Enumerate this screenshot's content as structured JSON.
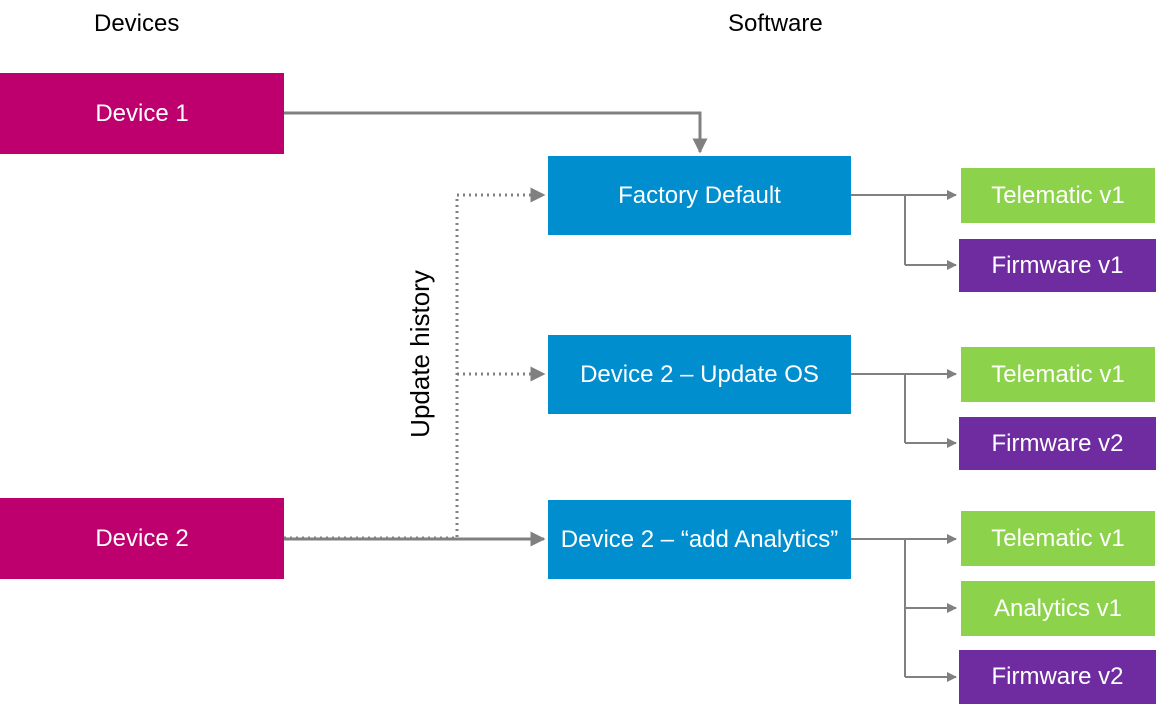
{
  "headers": {
    "devices": "Devices",
    "software": "Software"
  },
  "devices": [
    {
      "label": "Device 1"
    },
    {
      "label": "Device 2"
    }
  ],
  "software": [
    {
      "label": "Factory Default",
      "components": [
        {
          "label": "Telematic v1",
          "kind": "telematic"
        },
        {
          "label": "Firmware v1",
          "kind": "firmware"
        }
      ]
    },
    {
      "label": "Device 2 – Update OS",
      "components": [
        {
          "label": "Telematic v1",
          "kind": "telematic"
        },
        {
          "label": "Firmware v2",
          "kind": "firmware"
        }
      ]
    },
    {
      "label": "Device 2 – “add Analytics”",
      "components": [
        {
          "label": "Telematic v1",
          "kind": "telematic"
        },
        {
          "label": "Analytics v1",
          "kind": "analytics"
        },
        {
          "label": "Firmware v2",
          "kind": "firmware"
        }
      ]
    }
  ],
  "update_history_label": "Update history",
  "colors": {
    "device": "#BE006F",
    "software": "#008ECF",
    "telematic": "#8CD24A",
    "analytics": "#8CD24A",
    "firmware": "#6F2CA0",
    "connector": "#808080"
  }
}
